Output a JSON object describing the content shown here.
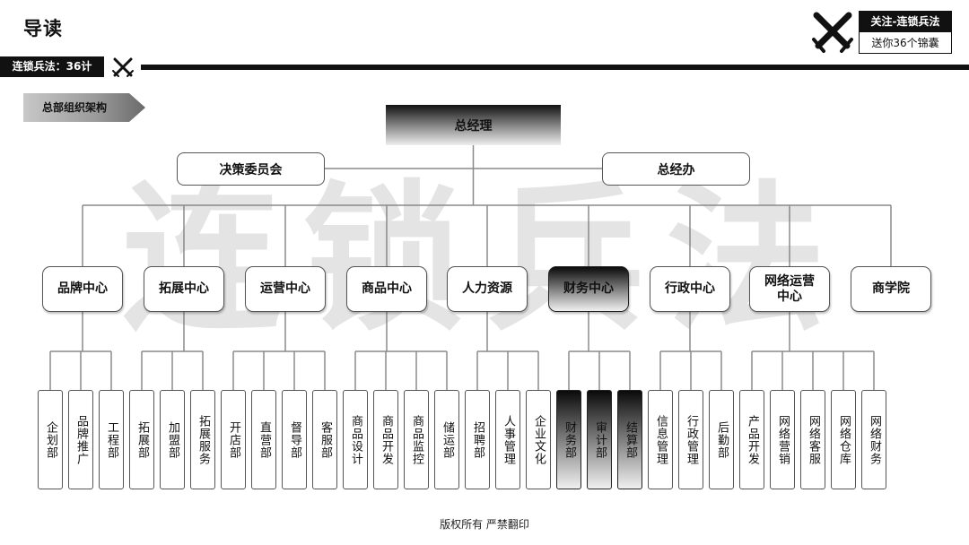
{
  "header": {
    "title": "导读",
    "series_tag": "连锁兵法：36计",
    "promo_title": "关注-连锁兵法",
    "promo_sub": "送你36个锦囊"
  },
  "section_label": "总部组织架构",
  "watermark": "连锁兵法",
  "org": {
    "root": "总经理",
    "staff": [
      "决策委员会",
      "总经办"
    ],
    "centers": [
      {
        "name": "品牌中心",
        "highlight": false,
        "depts": [
          {
            "name": "企划部",
            "highlight": false
          },
          {
            "name": "品牌推广",
            "highlight": false
          },
          {
            "name": "工程部",
            "highlight": false
          }
        ]
      },
      {
        "name": "拓展中心",
        "highlight": false,
        "depts": [
          {
            "name": "拓展部",
            "highlight": false
          },
          {
            "name": "加盟部",
            "highlight": false
          },
          {
            "name": "拓展服务",
            "highlight": false
          }
        ]
      },
      {
        "name": "运营中心",
        "highlight": false,
        "depts": [
          {
            "name": "开店部",
            "highlight": false
          },
          {
            "name": "直营部",
            "highlight": false
          },
          {
            "name": "督导部",
            "highlight": false
          },
          {
            "name": "客服部",
            "highlight": false
          }
        ]
      },
      {
        "name": "商品中心",
        "highlight": false,
        "depts": [
          {
            "name": "商品设计",
            "highlight": false
          },
          {
            "name": "商品开发",
            "highlight": false
          },
          {
            "name": "商品监控",
            "highlight": false
          },
          {
            "name": "储运部",
            "highlight": false
          }
        ]
      },
      {
        "name": "人力资源",
        "highlight": false,
        "depts": [
          {
            "name": "招聘部",
            "highlight": false
          },
          {
            "name": "人事管理",
            "highlight": false
          },
          {
            "name": "企业文化",
            "highlight": false
          }
        ]
      },
      {
        "name": "财务中心",
        "highlight": true,
        "depts": [
          {
            "name": "财务部",
            "highlight": true
          },
          {
            "name": "审计部",
            "highlight": true
          },
          {
            "name": "结算部",
            "highlight": true
          }
        ]
      },
      {
        "name": "行政中心",
        "highlight": false,
        "depts": [
          {
            "name": "信息管理",
            "highlight": false
          },
          {
            "name": "行政管理",
            "highlight": false
          },
          {
            "name": "后勤部",
            "highlight": false
          }
        ]
      },
      {
        "name": "网络运营中心",
        "highlight": false,
        "depts": [
          {
            "name": "产品开发",
            "highlight": false
          },
          {
            "name": "网络营销",
            "highlight": false
          },
          {
            "name": "网络客服",
            "highlight": false
          },
          {
            "name": "网络仓库",
            "highlight": false
          },
          {
            "name": "网络财务",
            "highlight": false
          }
        ]
      },
      {
        "name": "商学院",
        "highlight": false,
        "depts": []
      }
    ]
  },
  "footer": "版权所有 严禁翻印",
  "icons": {
    "logo": "crossed-swords-icon"
  },
  "colors": {
    "ink": "#111111",
    "line": "#888888",
    "watermark": "#e4e4e4"
  }
}
